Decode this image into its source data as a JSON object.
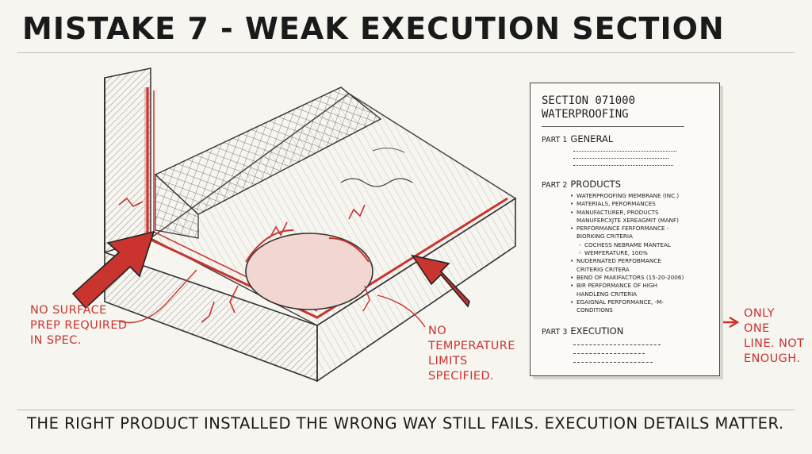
{
  "title": "MISTAKE 7 - WEAK EXECUTION SECTION",
  "footer": "THE RIGHT PRODUCT INSTALLED THE WRONG WAY STILL FAILS. EXECUTION DETAILS MATTER.",
  "annotations": {
    "surface_prep": [
      "NO SURFACE",
      "PREP REQUIRED",
      "IN SPEC."
    ],
    "temperature": [
      "NO",
      "TEMPERATURE",
      "LIMITS",
      "SPECIFIED."
    ],
    "execution_note": [
      "ONLY",
      "ONE",
      "LINE. NOT",
      "ENOUGH."
    ]
  },
  "spec_sheet": {
    "section_number": "SECTION 071000",
    "section_name": "WATERPROOFING",
    "part1": {
      "num": "PART 1",
      "title": "GENERAL"
    },
    "part2": {
      "num": "PART 2",
      "title": "PRODUCTS",
      "items": [
        "WATERPROOFING MEMBRANE (INC.)",
        "MATERIALS, PERORMANCES",
        "MANUFACTURER, PRODUCTS",
        "MANUFERCXJTE XEREAGMIT (MANF)",
        "PERFORMANCE FERFORMANCE -",
        "BIORKING CRITERIA",
        "COCHESS NEBRAME MANTEAL",
        "WEMFERATURE, 100%",
        "NUDERNATED PERFOBMANCE",
        "CRITERIG CRITERA",
        "BEND OF MAKIFACTORS (15-20-2006)",
        "BIR PERFORMANCE OF HIGH",
        "HANDLENG CRITERIA",
        "EGAIGNAL PERFORMANCE, -M-",
        "CONDITIONS"
      ]
    },
    "part3": {
      "num": "PART 3",
      "title": "EXECUTION"
    }
  },
  "colors": {
    "accent_red": "#c9342f",
    "ink": "#222222",
    "paper": "#f7f5f0"
  }
}
